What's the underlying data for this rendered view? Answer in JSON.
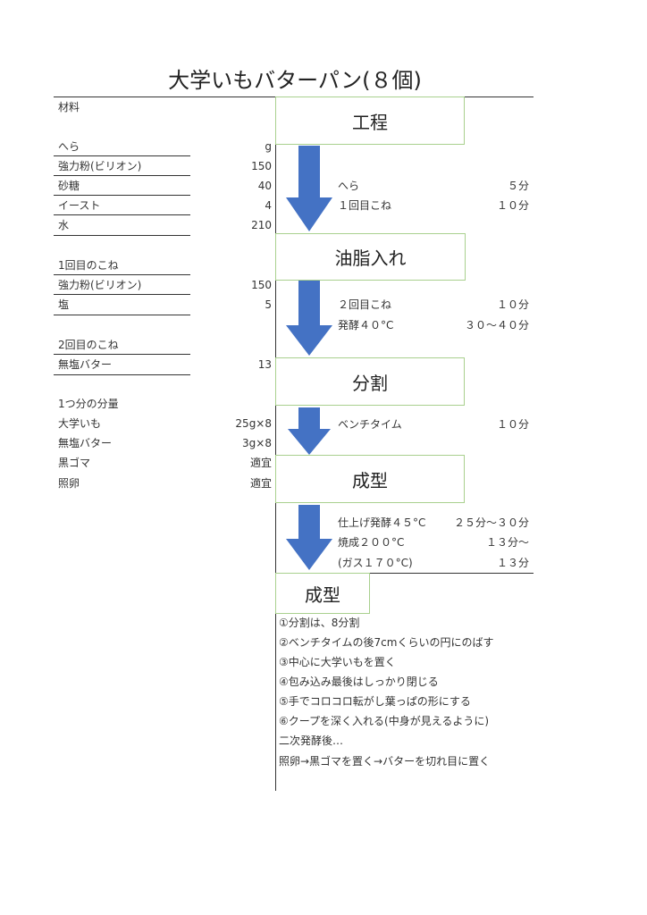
{
  "title": "大学いもバターパン(８個)",
  "materials": {
    "header": "材料",
    "sections": [
      {
        "title": "へら",
        "unit": "g",
        "items": [
          {
            "name": "強力粉(ビリオン)",
            "qty": "150"
          },
          {
            "name": "砂糖",
            "qty": "40"
          },
          {
            "name": "イースト",
            "qty": "4"
          },
          {
            "name": "水",
            "qty": "210"
          }
        ]
      },
      {
        "title": "1回目のこね",
        "items": [
          {
            "name": "強力粉(ビリオン)",
            "qty": "150"
          },
          {
            "name": "塩",
            "qty": "5"
          }
        ]
      },
      {
        "title": "2回目のこね",
        "items": [
          {
            "name": "無塩バター",
            "qty": "13"
          }
        ]
      },
      {
        "title": "1つ分の分量",
        "items": [
          {
            "name": "大学いも",
            "qty": "25g×8"
          },
          {
            "name": "無塩バター",
            "qty": "3g×8"
          },
          {
            "name": "黒ゴマ",
            "qty": "適宜"
          },
          {
            "name": "照卵",
            "qty": "適宜"
          }
        ]
      }
    ]
  },
  "process": {
    "steps": [
      "工程",
      "油脂入れ",
      "分割",
      "成型"
    ],
    "notes": [
      [
        {
          "label": "へら",
          "time": "５分"
        },
        {
          "label": "１回目こね",
          "time": "１０分"
        }
      ],
      [
        {
          "label": "２回目こね",
          "time": "１０分"
        },
        {
          "label": "発酵４０°C",
          "time": "３０～４０分"
        }
      ],
      [
        {
          "label": "ベンチタイム",
          "time": "１０分"
        }
      ],
      [
        {
          "label": "仕上げ発酵４５°C",
          "time": "２５分～３０分"
        },
        {
          "label": "焼成２００°C",
          "time": "１３分～"
        },
        {
          "label": "(ガス１７０°C)",
          "time": "１３分"
        }
      ]
    ],
    "arrow_color": "#4472c4",
    "box_border_color": "#a9d08e"
  },
  "shaping": {
    "title": "成型",
    "lines": [
      "①分割は、8分割",
      "②ベンチタイムの後7cmくらいの円にのばす",
      "③中心に大学いもを置く",
      "④包み込み最後はしっかり閉じる",
      "⑤手でコロコロ転がし葉っぱの形にする",
      "⑥クープを深く入れる(中身が見えるように)",
      "二次発酵後…",
      "照卵→黒ゴマを置く→バターを切れ目に置く"
    ]
  }
}
